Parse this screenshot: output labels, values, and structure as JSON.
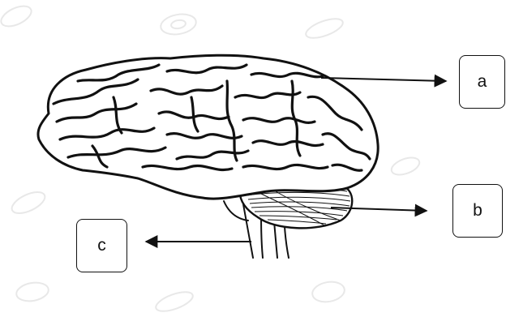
{
  "labels": {
    "a": "a",
    "b": "b",
    "c": "c"
  },
  "colors": {
    "ink": "#111111",
    "background": "#ffffff",
    "watermark": "#e7e7e7"
  }
}
